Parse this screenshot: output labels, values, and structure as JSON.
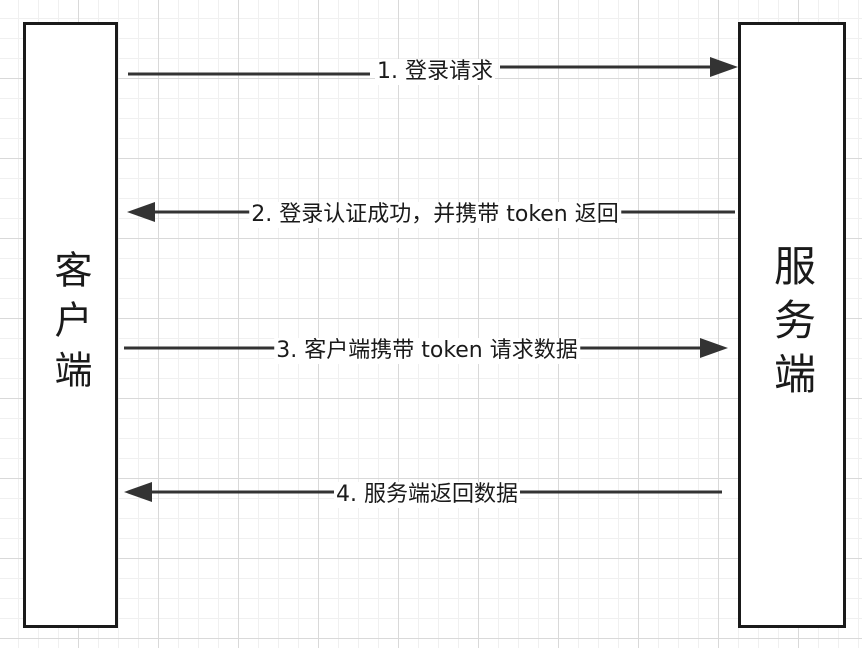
{
  "participants": {
    "client": "客户端",
    "server": "服务端"
  },
  "messages": [
    {
      "label": "1. 登录请求",
      "direction": "right"
    },
    {
      "label": "2. 登录认证成功，并携带 token 返回",
      "direction": "left"
    },
    {
      "label": "3. 客户端携带 token 请求数据",
      "direction": "right"
    },
    {
      "label": "4. 服务端返回数据",
      "direction": "left"
    }
  ],
  "colors": {
    "line": "#333333",
    "border": "#1a1a1a",
    "grid": "#d9d9d9"
  }
}
